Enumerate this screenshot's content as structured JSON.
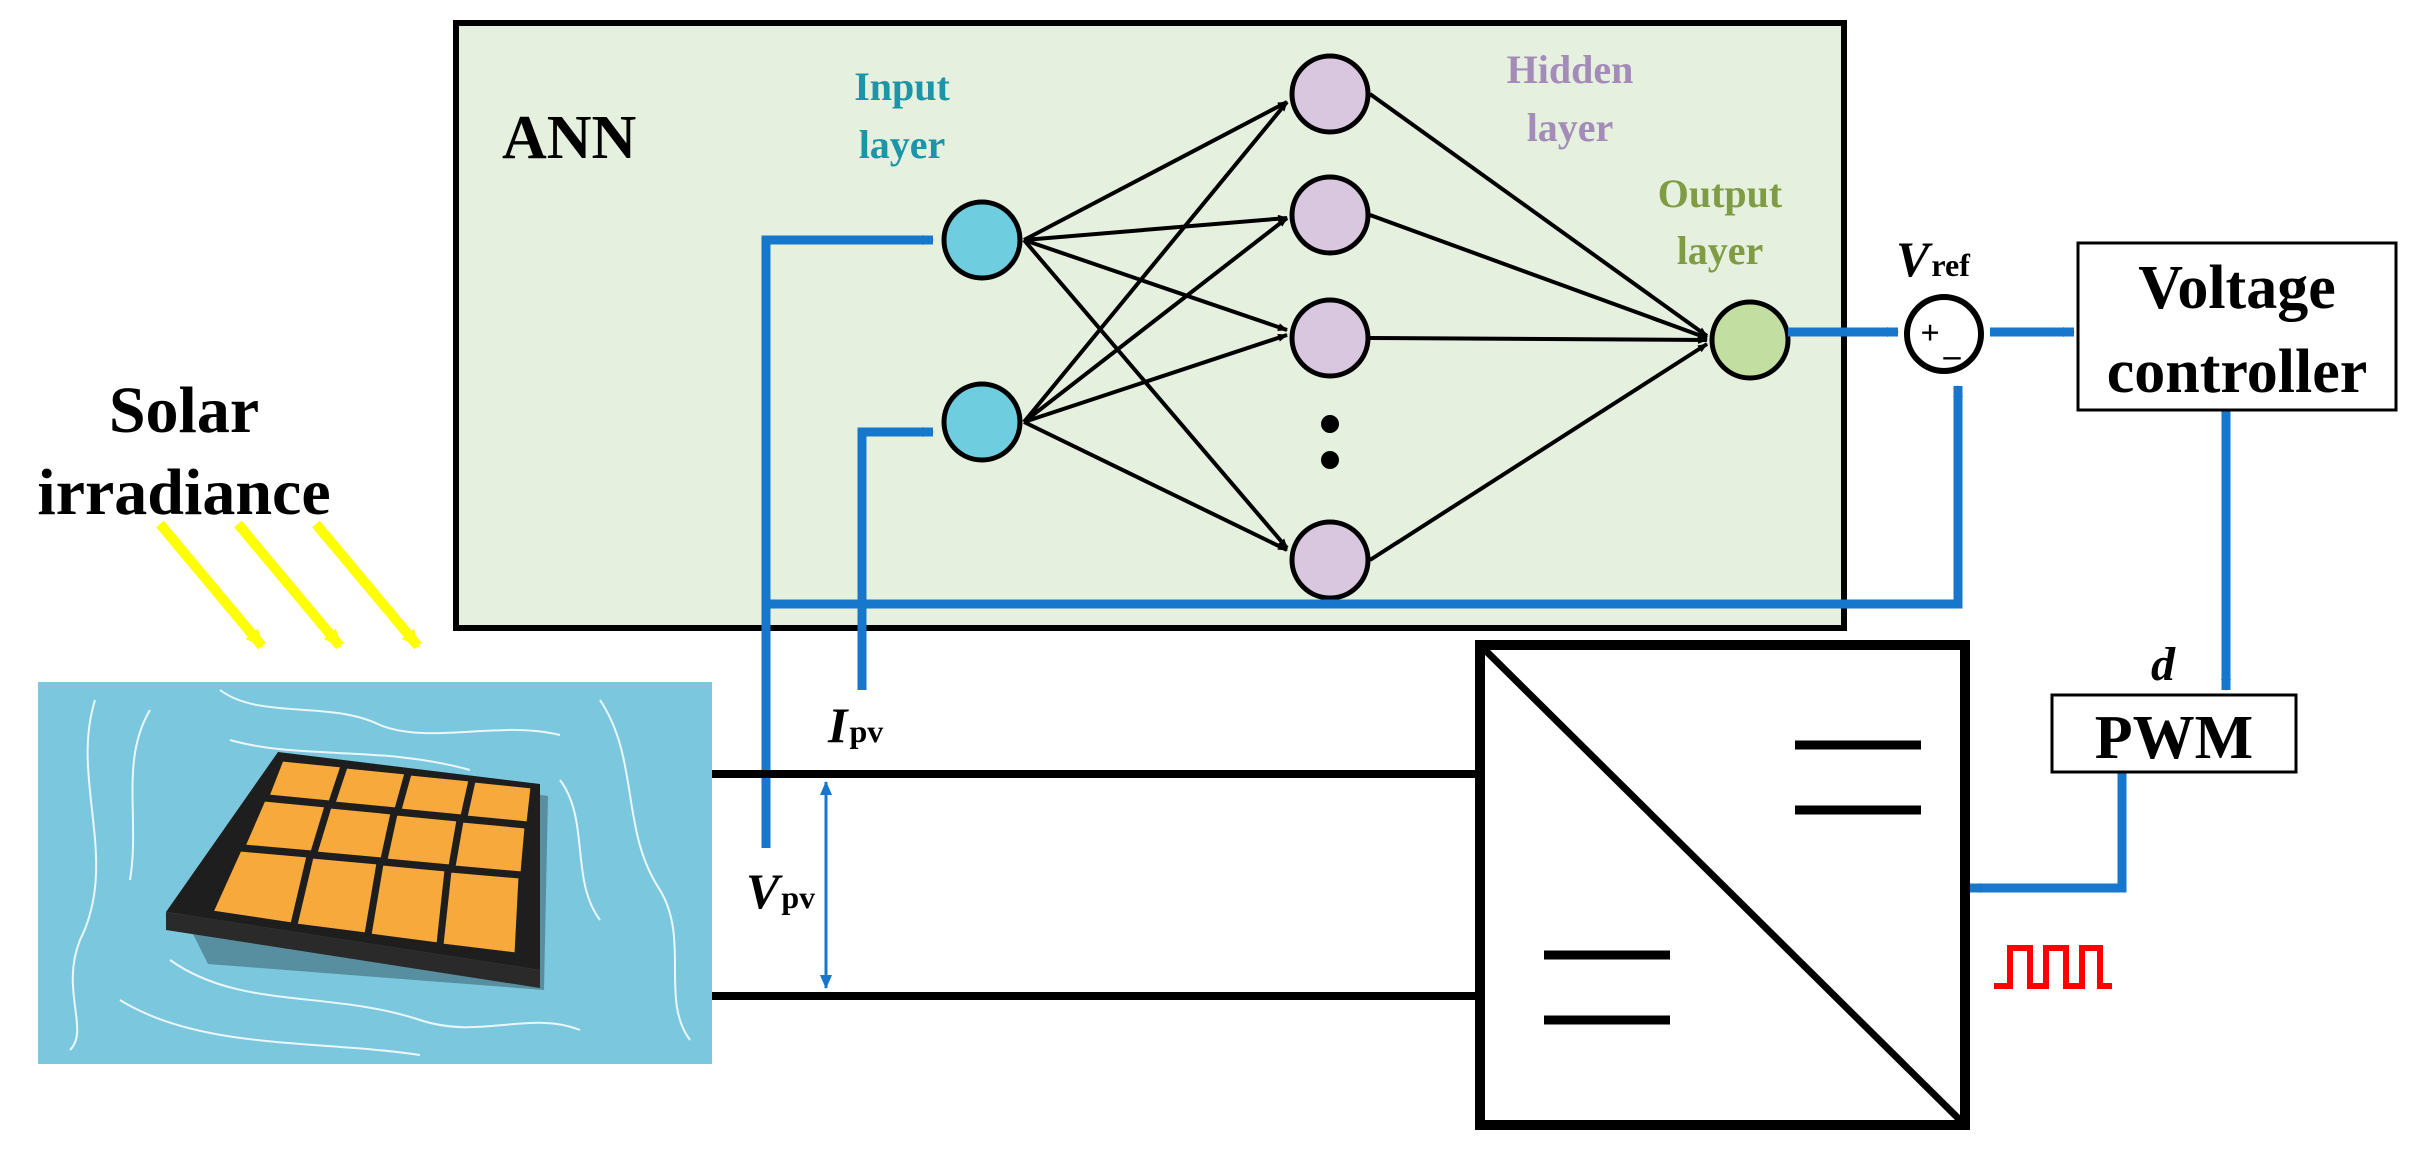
{
  "ann_box": {
    "label": "ANN"
  },
  "layers": {
    "input": {
      "line1": "Input",
      "line2": "layer"
    },
    "hidden": {
      "line1": "Hidden",
      "line2": "layer"
    },
    "output": {
      "line1": "Output",
      "line2": "layer"
    }
  },
  "solar": {
    "line1": "Solar",
    "line2": "irradiance"
  },
  "signals": {
    "vref_main": "V",
    "vref_sub": "ref",
    "ipv_main": "I",
    "ipv_sub": "pv",
    "vpv_main": "V",
    "vpv_sub": "pv",
    "duty": "d"
  },
  "summing": {
    "plus": "+",
    "minus": "–"
  },
  "voltage_controller": {
    "line1": "Voltage",
    "line2": "controller"
  },
  "pwm": {
    "label": "PWM"
  },
  "colors": {
    "ann_fill": "#e6f0df",
    "input_node": "#6fcde0",
    "hidden_node": "#d9c6df",
    "output_node": "#c3dea1",
    "input_label": "#1c95a8",
    "hidden_label": "#a48cb8",
    "output_label": "#7f9c45",
    "signal_blue": "#1677cc",
    "arrow_yellow": "#ffff00",
    "pwm_red": "#ff0000",
    "water": "#7bc8de",
    "panel_cell": "#f7a93c"
  }
}
